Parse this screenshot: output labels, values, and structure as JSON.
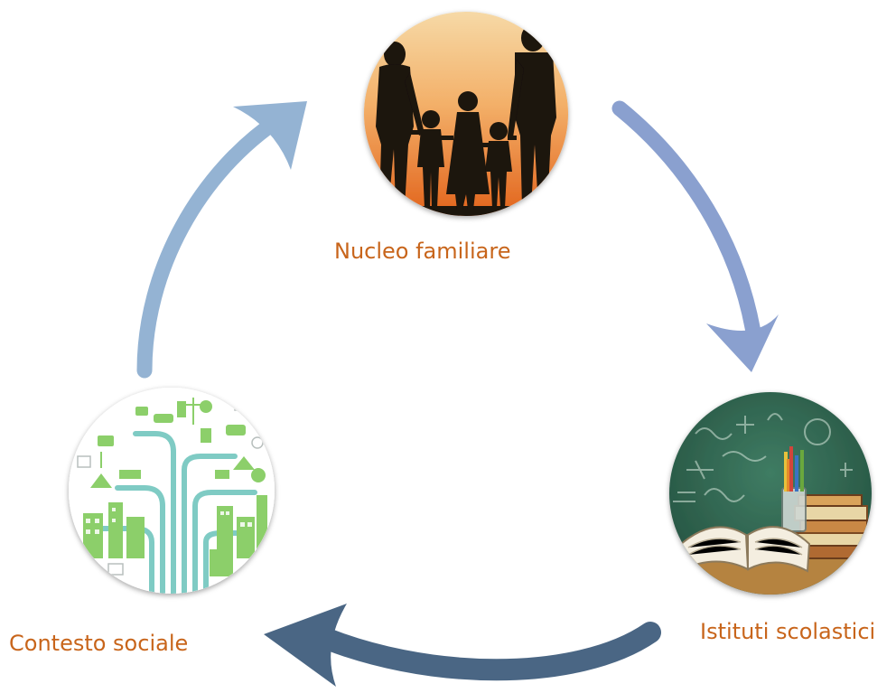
{
  "nodes": {
    "family": {
      "label": "Nucleo familiare",
      "image": "family-silhouette-sunset"
    },
    "school": {
      "label": "Istituti scolastici",
      "image": "books-pencils-chalkboard"
    },
    "society": {
      "label": "Contesto sociale",
      "image": "green-city-infographic"
    }
  },
  "colors": {
    "label": "#c8651b",
    "arrow_family_to_school": "#8aa0cf",
    "arrow_school_to_society": "#4a6684",
    "arrow_society_to_family": "#94b3d3",
    "sunset_top": "#f3c58a",
    "sunset_bottom": "#e2661e",
    "silhouette": "#1a120c",
    "chalkboard": "#2f6a53",
    "city_green": "#8ccf6a",
    "city_teal": "#7fcbc4"
  }
}
